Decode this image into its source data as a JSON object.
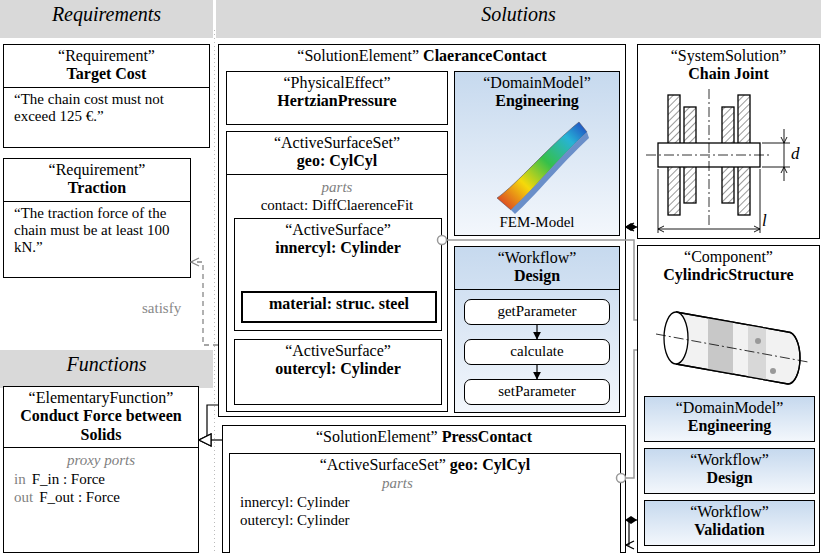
{
  "diagram": {
    "nodes": [
      {
        "text": [
          "Requirements"
        ]
      },
      {
        "text": [
          "Solutions"
        ]
      },
      {
        "text": [
          "“Requirement”",
          "Target Cost",
          "“The chain cost must not exceed 125 €.”"
        ]
      },
      {
        "text": [
          "“Requirement”",
          "Traction",
          "“The traction force of the chain must be at least 100 kN.”"
        ]
      },
      {
        "text": [
          "Functions"
        ]
      },
      {
        "text": [
          "“ElementaryFunction”",
          "Conduct Force between Solids",
          "proxy ports",
          "in",
          "F_in : Force",
          "out",
          "F_out : Force"
        ]
      },
      {
        "text": [
          "“SolutionElement”",
          "ClaeranceContact"
        ]
      },
      {
        "text": [
          "“PhysicalEffect”",
          "HertzianPressure"
        ],
        "in": 6
      },
      {
        "text": [
          "“DomainModel”",
          "Engineering",
          "FEM-Model"
        ],
        "in": 6
      },
      {
        "text": [
          "“ActiveSurfaceSet”",
          "geo: CylCyl",
          "parts",
          "contact: DiffClaerenceFit"
        ],
        "in": 6
      },
      {
        "text": [
          "“ActiveSurface”",
          "innercyl: Cylinder"
        ],
        "in": 9
      },
      {
        "text": [
          "material: struc. steel"
        ],
        "in": 10
      },
      {
        "text": [
          "“ActiveSurface”",
          "outercyl: Cylinder"
        ],
        "in": 9
      },
      {
        "text": [
          "“Workflow”",
          "Design"
        ],
        "in": 6
      },
      {
        "text": [
          "getParameter"
        ],
        "in": 13
      },
      {
        "text": [
          "calculate"
        ],
        "in": 13
      },
      {
        "text": [
          "setParameter"
        ],
        "in": 13
      },
      {
        "text": [
          "“SolutionElement”",
          "PressContact"
        ]
      },
      {
        "text": [
          "“ActiveSurfaceSet”",
          "geo: CylCyl",
          "parts",
          "innercyl: Cylinder",
          "outercyl: Cylinder"
        ],
        "in": 17
      },
      {
        "text": [
          "“SystemSolution”",
          "Chain Joint"
        ]
      },
      {
        "text": [
          "“Component”",
          "CylindricStructure"
        ]
      },
      {
        "text": [
          "“DomainModel”",
          "Engineering"
        ],
        "in": 20
      },
      {
        "text": [
          "“Workflow”",
          "Design"
        ],
        "in": 20
      },
      {
        "text": [
          "“Workflow”",
          "Validation"
        ],
        "in": 20
      }
    ],
    "edges": [
      {
        "from": 6,
        "to": 3,
        "arrow": "to",
        "label": "satisfy"
      },
      {
        "from": 6,
        "to": 5,
        "arrow": "to"
      },
      {
        "from": 17,
        "to": 5,
        "arrow": "to"
      },
      {
        "from": 19,
        "to": 6,
        "arrow": "to"
      },
      {
        "from": 20,
        "to": 17,
        "arrow": "to"
      },
      {
        "from": 14,
        "to": 15,
        "arrow": "to"
      },
      {
        "from": 15,
        "to": 16,
        "arrow": "to"
      },
      {
        "from": 10,
        "to": 20,
        "arrow": "none"
      },
      {
        "from": 18,
        "to": 20,
        "arrow": "none"
      }
    ],
    "labels": [
      "d",
      "l"
    ]
  }
}
